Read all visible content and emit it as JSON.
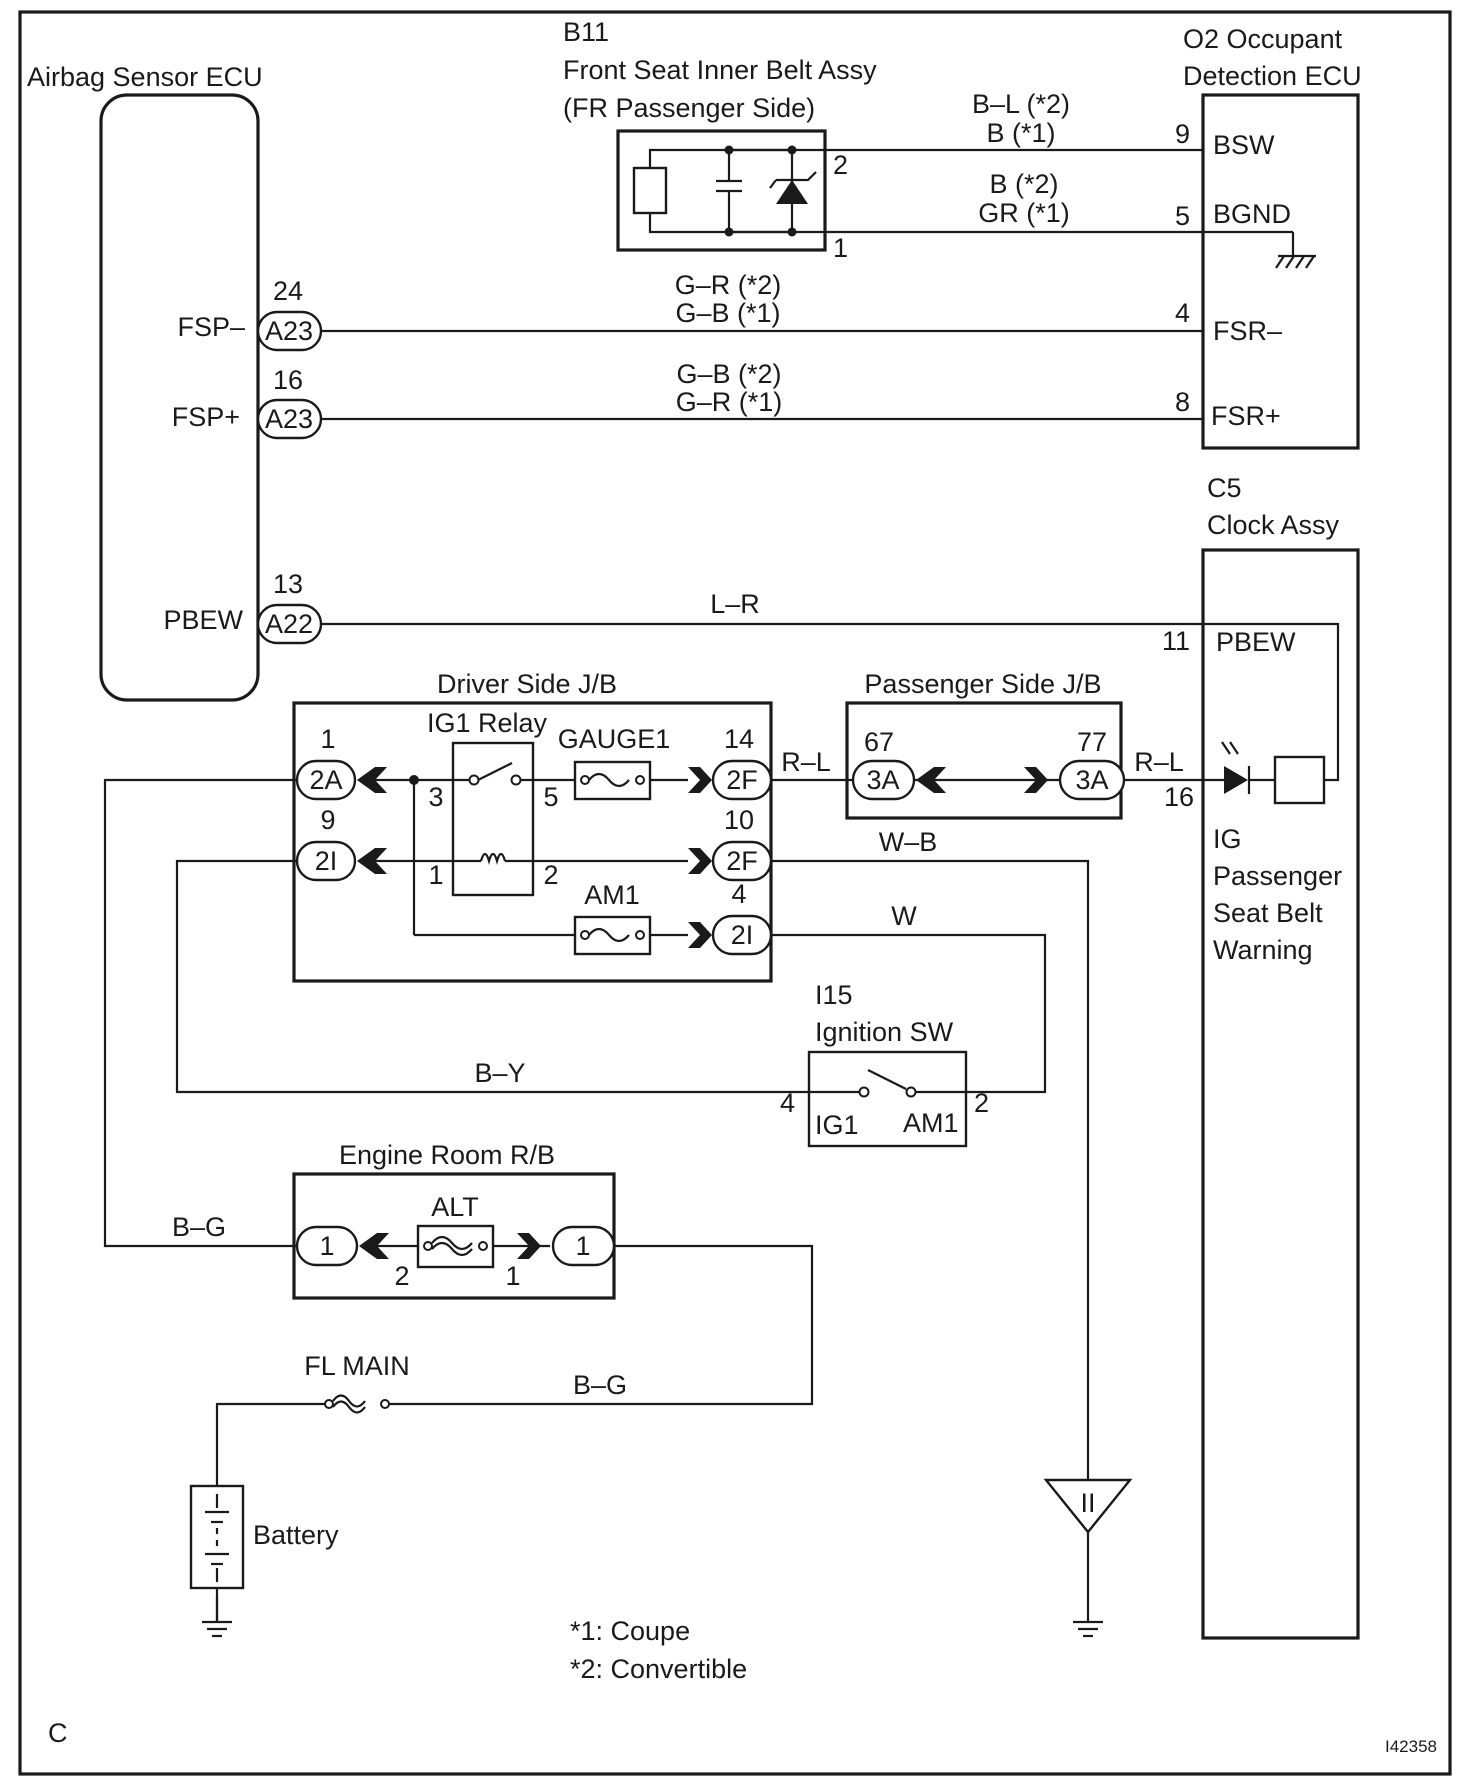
{
  "components": {
    "airbag_ecu": {
      "title": "Airbag Sensor ECU"
    },
    "b11": {
      "code": "B11",
      "name": "Front Seat Inner Belt Assy",
      "side": "(FR Passenger Side)"
    },
    "o2": {
      "code": "O2 Occupant",
      "name": "Detection ECU"
    },
    "c5": {
      "code": "C5",
      "name": "Clock Assy"
    },
    "driver_jb": {
      "title": "Driver Side J/B"
    },
    "passenger_jb": {
      "title": "Passenger Side J/B"
    },
    "ig1_relay": {
      "title": "IG1 Relay"
    },
    "ignition_sw": {
      "code": "I15",
      "name": "Ignition SW"
    },
    "engine_rb": {
      "title": "Engine Room R/B"
    },
    "battery": {
      "title": "Battery"
    }
  },
  "fuses": {
    "gauge1": "GAUGE1",
    "am1": "AM1",
    "alt": "ALT",
    "fl_main": "FL MAIN"
  },
  "terminals": {
    "fsp_minus": "FSP–",
    "fsp_plus": "FSP+",
    "pbew_ecu": "PBEW",
    "bsw": "BSW",
    "bgnd": "BGND",
    "fsr_minus": "FSR–",
    "fsr_plus": "FSR+",
    "pbew_clock": "PBEW",
    "ig1": "IG1",
    "am1": "AM1"
  },
  "connectors": {
    "a23_1": "A23",
    "a23_2": "A23",
    "a22": "A22",
    "c2a": "2A",
    "c2i_1": "2I",
    "c2f_1": "2F",
    "c2f_2": "2F",
    "c2i_2": "2I",
    "c3a_1": "3A",
    "c3a_2": "3A",
    "c1_left": "1",
    "c1_right": "1"
  },
  "pins": {
    "p24": "24",
    "p16": "16",
    "p13": "13",
    "b11_2": "2",
    "b11_1": "1",
    "o2_9": "9",
    "o2_5": "5",
    "o2_4": "4",
    "o2_8": "8",
    "jb_1": "1",
    "jb_9": "9",
    "relay_3": "3",
    "relay_5": "5",
    "relay_1": "1",
    "relay_2": "2",
    "jb_14": "14",
    "jb_10": "10",
    "jb_4": "4",
    "pjb_67": "67",
    "pjb_77": "77",
    "clk_11": "11",
    "clk_16": "16",
    "sw_4": "4",
    "sw_2": "2",
    "rb_2": "2",
    "rb_1": "1"
  },
  "wires": {
    "bsw_1": "B–L (*2)",
    "bsw_2": "B (*1)",
    "bgnd_1": "B (*2)",
    "bgnd_2": "GR (*1)",
    "fsp_m_1": "G–R (*2)",
    "fsp_m_2": "G–B (*1)",
    "fsp_p_1": "G–B (*2)",
    "fsp_p_2": "G–R (*1)",
    "pbew": "L–R",
    "rl_1": "R–L",
    "rl_2": "R–L",
    "wb": "W–B",
    "w": "W",
    "by": "B–Y",
    "bg_1": "B–G",
    "bg_2": "B–G"
  },
  "warning_label": [
    "IG",
    "Passenger",
    "Seat Belt",
    "Warning"
  ],
  "ground_label": "II",
  "notes": [
    "*1: Coupe",
    "*2: Convertible"
  ],
  "corner_left": "C",
  "corner_right": "I42358"
}
